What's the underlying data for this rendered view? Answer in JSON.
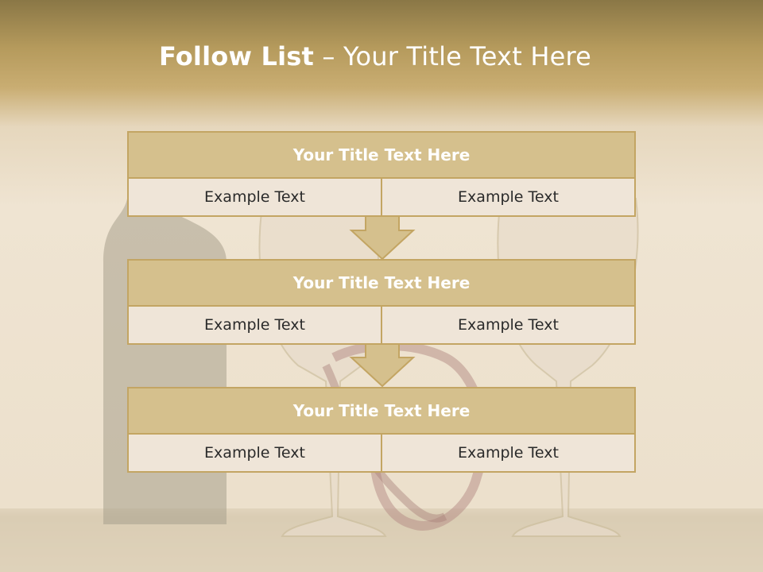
{
  "slide": {
    "title_bold": "Follow List",
    "title_rest": " – Your Title Text Here"
  },
  "steps": [
    {
      "title": "Your Title Text Here",
      "left": "Example Text",
      "right": "Example Text"
    },
    {
      "title": "Your Title Text Here",
      "left": "Example Text",
      "right": "Example Text"
    },
    {
      "title": "Your Title Text Here",
      "left": "Example Text",
      "right": "Example Text"
    }
  ],
  "colors": {
    "accent": "#c3a563",
    "header_fill": "#d5c08d",
    "cell_fill": "#efe5d8"
  },
  "icons": [
    "down-arrow-icon"
  ]
}
